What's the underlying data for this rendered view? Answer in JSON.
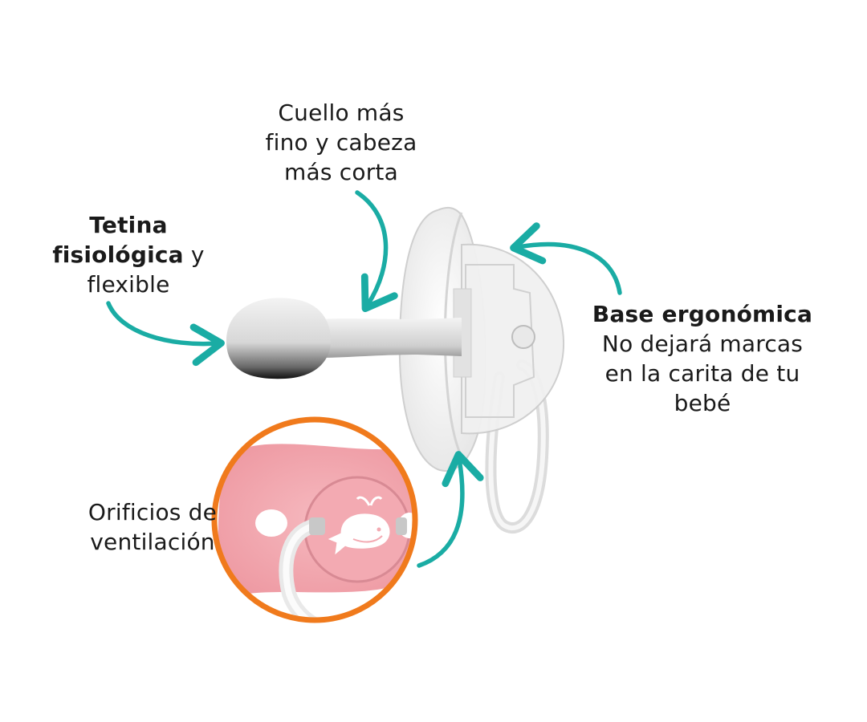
{
  "annotations": {
    "neck": {
      "line1": "Cuello más",
      "line2": "fino y cabeza",
      "line3": "más corta"
    },
    "nipple": {
      "bold1": "Tetina",
      "bold2": "fisiológica",
      "rest2": " y",
      "line3": "flexible"
    },
    "base": {
      "bold1": "Base ergonómica",
      "line2": "No dejará marcas",
      "line3": "en la carita de tu",
      "line4": "bebé"
    },
    "holes": {
      "line1": "Orificios de",
      "line2": "ventilación"
    }
  },
  "colors": {
    "arrow": "#1aaca4",
    "ring": "#f07a1c",
    "shield_pink": "#f2a3ab",
    "text": "#1a1a1a"
  },
  "icons": {
    "decor": "whale-icon"
  }
}
